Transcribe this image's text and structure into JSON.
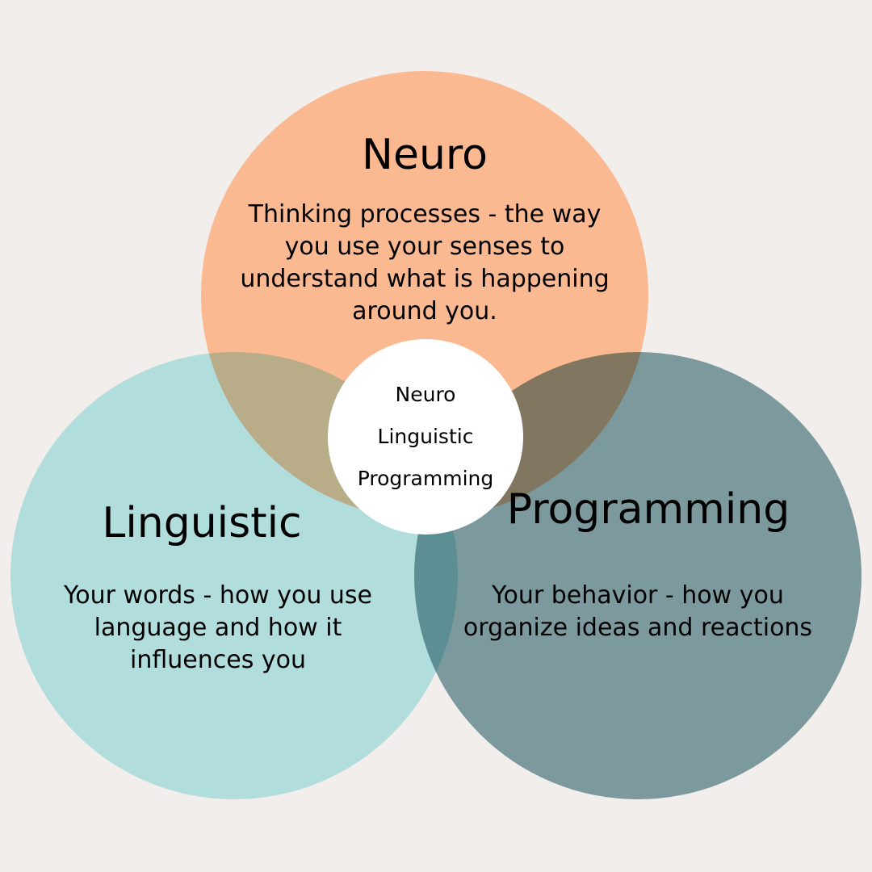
{
  "diagram": {
    "background": "#f2eeeb",
    "circles": {
      "neuro": {
        "title": "Neuro",
        "description": "Thinking processes - the way you use your senses to understand what is happening around you.",
        "color": "#fbb991"
      },
      "linguistic": {
        "title": "Linguistic",
        "description": "Your words - how you use language and how it influences you",
        "color": "#b6ecef"
      },
      "programming": {
        "title": "Programming",
        "description": "Your behavior - how you organize ideas and reactions",
        "color": "#799da4"
      }
    },
    "center": {
      "lines": [
        "Neuro",
        "Linguistic",
        "Programming"
      ],
      "color": "#ffffff"
    }
  }
}
